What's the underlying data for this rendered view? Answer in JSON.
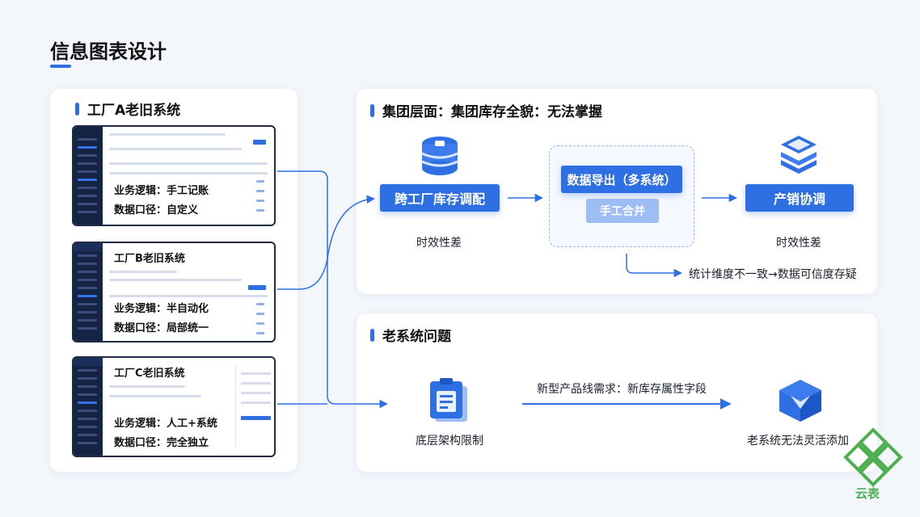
{
  "page": {
    "title": "信息图表设计"
  },
  "left": {
    "heading": "工厂A老旧系统",
    "factories": [
      {
        "name": "工厂A老旧系统",
        "logic": "业务逻辑：手工记账",
        "caliber": "数据口径：自定义"
      },
      {
        "name": "工厂B老旧系统",
        "logic": "业务逻辑：半自动化",
        "caliber": "数据口径：局部统一"
      },
      {
        "name": "工厂C老旧系统",
        "logic": "业务逻辑：人工+系统",
        "caliber": "数据口径：完全独立"
      }
    ]
  },
  "group": {
    "heading": "集团层面：集团库存全貌：无法掌握",
    "step1": "跨工厂库存调配",
    "step1_note": "时效性差",
    "step2_main": "数据导出（多系统）",
    "step2_sub": "手工合并",
    "step3": "产销协调",
    "step3_note": "时效性差",
    "footnote": "统计维度不一致→数据可信度存疑"
  },
  "legacy": {
    "heading": "老系统问题",
    "item1": "底层架构限制",
    "arrow_label": "新型产品线需求：新库存属性字段",
    "item2": "老系统无法灵活添加"
  },
  "watermark": {
    "text": "云表"
  },
  "colors": {
    "accent": "#2f6fe4",
    "light": "#9fbdf5",
    "navy": "#152344"
  },
  "icons": [
    "database-icon",
    "layers-icon",
    "clipboard-icon",
    "box-icon",
    "logo-icon"
  ]
}
